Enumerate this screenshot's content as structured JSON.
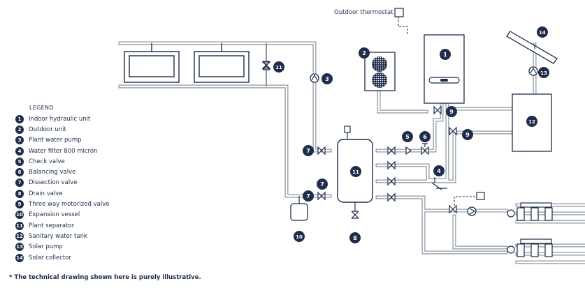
{
  "outdoor_thermostat_label": "Outdoor thermostat",
  "legend": {
    "title": "LEGEND",
    "items": [
      {
        "num": "1",
        "label": "Indoor hydraulic unit"
      },
      {
        "num": "2",
        "label": "Outdoor unit"
      },
      {
        "num": "3",
        "label": "Plant water pump"
      },
      {
        "num": "4",
        "label": "Water filter 800 micron"
      },
      {
        "num": "5",
        "label": "Check valve"
      },
      {
        "num": "6",
        "label": "Balancing valve"
      },
      {
        "num": "7",
        "label": "Dissection valve"
      },
      {
        "num": "8",
        "label": "Drain valve"
      },
      {
        "num": "9",
        "label": "Three way motorized valve"
      },
      {
        "num": "10",
        "label": "Expansion vessel"
      },
      {
        "num": "11",
        "label": "Plant separator"
      },
      {
        "num": "12",
        "label": "Sanitary water tank"
      },
      {
        "num": "13",
        "label": "Solar pump"
      },
      {
        "num": "14",
        "label": "Solar collector"
      }
    ]
  },
  "callouts": [
    "1",
    "2",
    "3",
    "4",
    "5",
    "6",
    "7",
    "7",
    "7",
    "8",
    "9",
    "9",
    "10",
    "11",
    "11",
    "12",
    "13",
    "14"
  ],
  "footnote": "* The technical drawing shown here is purely illustrative.",
  "colors": {
    "ink": "#1f2d4a",
    "pipe": "#9aa3ad",
    "pipe_fill": "#ffffff"
  }
}
